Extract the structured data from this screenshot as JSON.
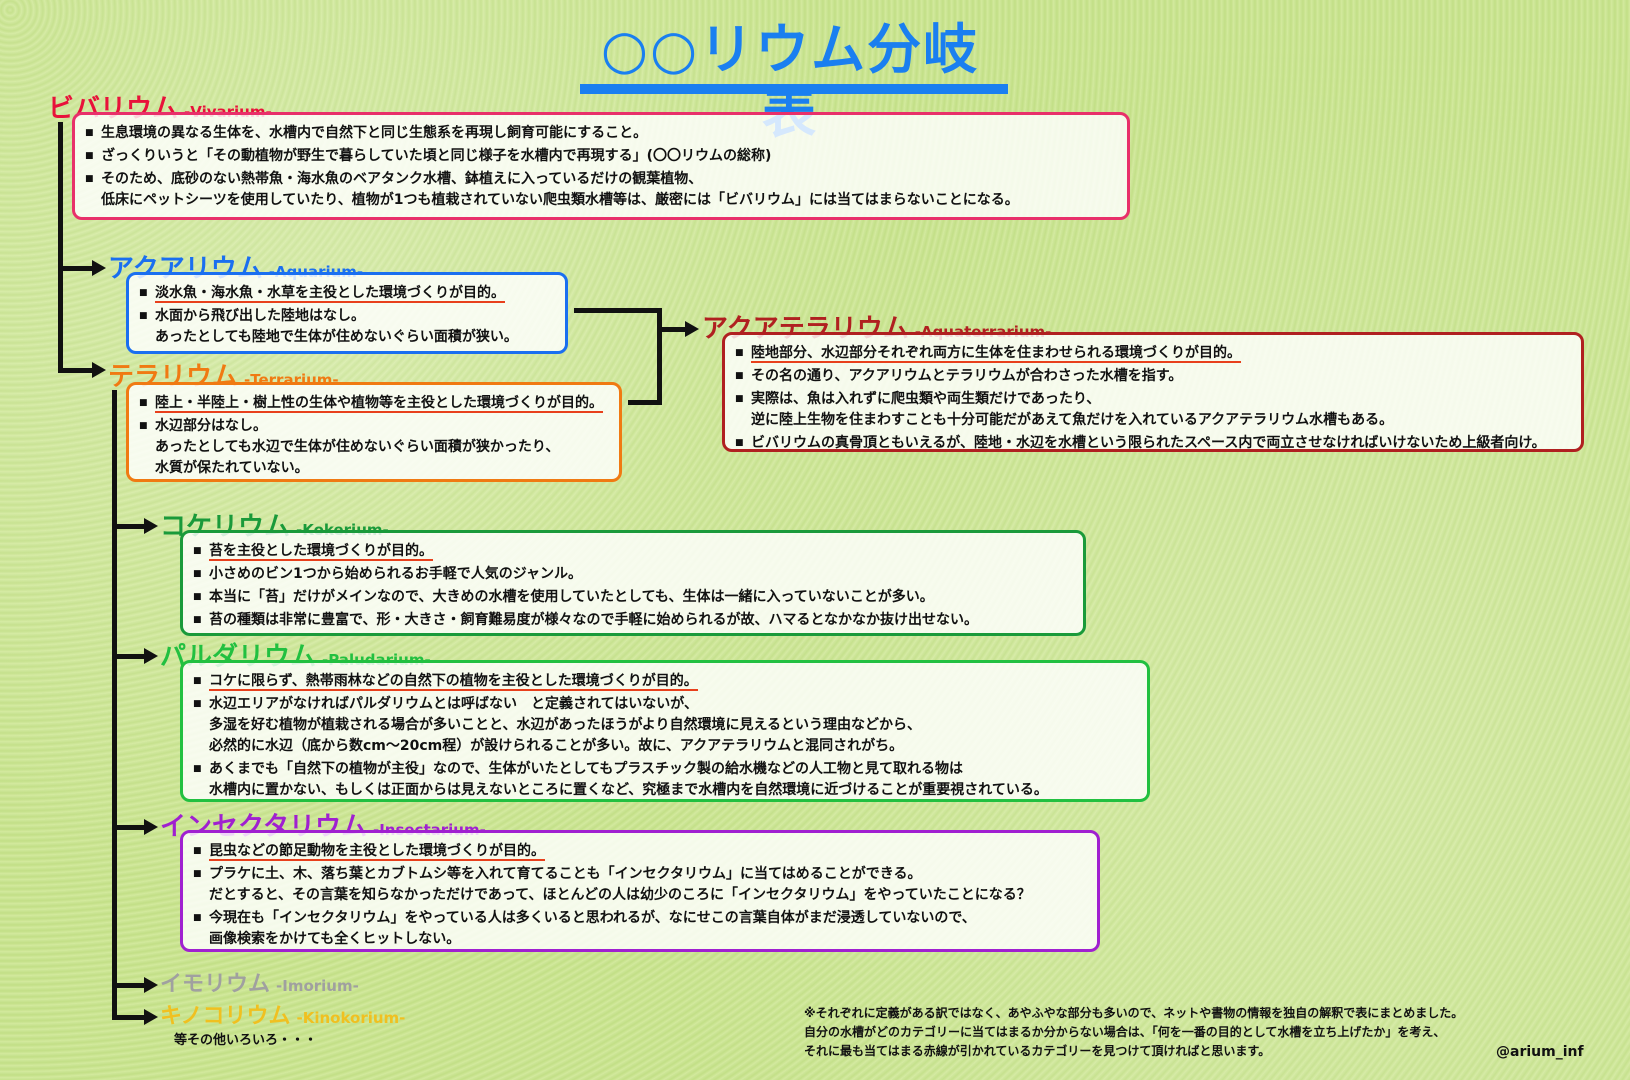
{
  "title": "○○リウム分岐表",
  "categories": {
    "vivarium": {
      "name": "ビバリウム",
      "en": "-Vivarium-",
      "color": "#e8123a",
      "items": [
        "生息環境の異なる生体を、水槽内で自然下と同じ生態系を再現し飼育可能にすること。",
        "ざっくりいうと「その動植物が野生で暮らしていた頃と同じ様子を水槽内で再現する」(〇〇リウムの総称)",
        "そのため、底砂のない熱帯魚・海水魚のベアタンク水槽、鉢植えに入っているだけの観葉植物、\n低床にペットシーツを使用していたり、植物が1つも植栽されていない爬虫類水槽等は、厳密には「ビバリウム」には当てはまらないことになる。"
      ]
    },
    "aquarium": {
      "name": "アクアリウム",
      "en": "-Aquarium-",
      "color": "#1a6ff0",
      "items": [
        "淡水魚・海水魚・水草を主役とした環境づくりが目的。",
        "水面から飛び出した陸地はなし。\nあったとしても陸地で生体が住めないぐらい面積が狭い。"
      ]
    },
    "terrarium": {
      "name": "テラリウム",
      "en": "-Terrarium-",
      "color": "#f07a12",
      "items": [
        "陸上・半陸上・樹上性の生体や植物等を主役とした環境づくりが目的。",
        "水辺部分はなし。\nあったとしても水辺で生体が住めないぐらい面積が狭かったり、\n水質が保たれていない。"
      ]
    },
    "aquaterrarium": {
      "name": "アクアテラリウム",
      "en": "-Aquaterrarium-",
      "color": "#b02020",
      "items": [
        "陸地部分、水辺部分それぞれ両方に生体を住まわせられる環境づくりが目的。",
        "その名の通り、アクアリウムとテラリウムが合わさった水槽を指す。",
        "実際は、魚は入れずに爬虫類や両生類だけであったり、\n逆に陸上生物を住まわすことも十分可能だがあえて魚だけを入れているアクアテラリウム水槽もある。",
        "ビバリウムの真骨頂ともいえるが、陸地・水辺を水槽という限られたスペース内で両立させなければいけないため上級者向け。"
      ]
    },
    "kokerium": {
      "name": "コケリウム",
      "en": "-Kokerium-",
      "color": "#1a9a3a",
      "items": [
        "苔を主役とした環境づくりが目的。",
        "小さめのビン1つから始められるお手軽で人気のジャンル。",
        "本当に「苔」だけがメインなので、大きめの水槽を使用していたとしても、生体は一緒に入っていないことが多い。",
        "苔の種類は非常に豊富で、形・大きさ・飼育難易度が様々なので手軽に始められるが故、ハマるとなかなか抜け出せない。"
      ]
    },
    "paludarium": {
      "name": "パルダリウム",
      "en": "-Paludarium-",
      "color": "#22c040",
      "items": [
        "コケに限らず、熱帯雨林などの自然下の植物を主役とした環境づくりが目的。",
        "水辺エリアがなければパルダリウムとは呼ばない　と定義されてはいないが、\n多湿を好む植物が植栽される場合が多いことと、水辺があったほうがより自然環境に見えるという理由などから、\n必然的に水辺（底から数cm～20cm程）が設けられることが多い。故に、アクアテラリウムと混同されがち。",
        "あくまでも「自然下の植物が主役」なので、生体がいたとしてもプラスチック製の給水機などの人工物と見て取れる物は\n水槽内に置かない、もしくは正面からは見えないところに置くなど、究極まで水槽内を自然環境に近づけることが重要視されている。"
      ]
    },
    "insectarium": {
      "name": "インセクタリウム",
      "en": "-Insectarium-",
      "color": "#a020d0",
      "items": [
        "昆虫などの節足動物を主役とした環境づくりが目的。",
        "プラケに土、木、落ち葉とカブトムシ等を入れて育てることも「インセクタリウム」に当てはめることができる。\nだとすると、その言葉を知らなかっただけであって、ほとんどの人は幼少のころに「インセクタリウム」をやっていたことになる？",
        "今現在も「インセクタリウム」をやっている人は多くいると思われるが、なにせこの言葉自体がまだ浸透していないので、\n画像検索をかけても全くヒットしない。"
      ]
    },
    "imorium": {
      "name": "イモリウム",
      "en": "-Imorium-",
      "color": "#a0a0a0"
    },
    "kinokorium": {
      "name": "キノコリウム",
      "en": "-Kinokorium-",
      "color": "#f0c020"
    }
  },
  "etc_text": "等その他いろいろ・・・",
  "footnote": "※それぞれに定義がある訳ではなく、あやふやな部分も多いので、ネットや書物の情報を独自の解釈で表にまとめました。\n自分の水槽がどのカテゴリーに当てはまるか分からない場合は、「何を一番の目的として水槽を立ち上げたか」を考え、\nそれに最も当てはまる赤線が引かれているカテゴリーを見つけて頂ければと思います。",
  "credit": "@arium_inf"
}
